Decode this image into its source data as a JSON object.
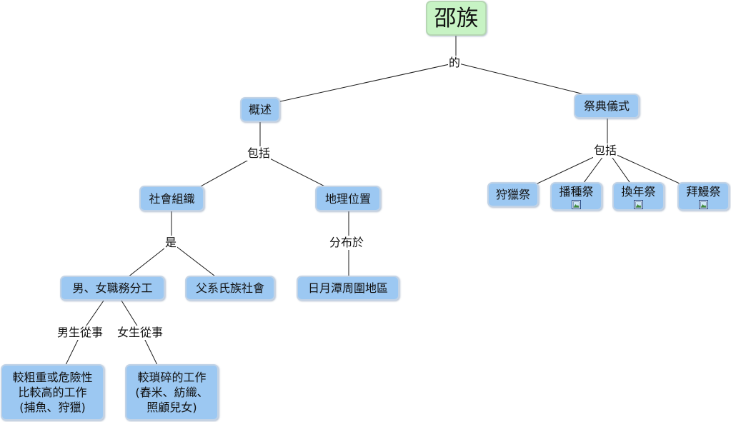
{
  "root": {
    "label": "邵族"
  },
  "nodes": {
    "overview": "概述",
    "ceremony": "祭典儀式",
    "social": "社會組織",
    "geo": "地理位置",
    "labor": "男、女職務分工",
    "patri": "父系氏族社會",
    "region": "日月潭周圍地區",
    "male_work": "較粗重或危險性\n比較高的工作\n(捕魚、狩獵)",
    "female_work": "較瑣碎的工作\n(舂米、紡織、\n照顧兒女)",
    "hunt": "狩獵祭",
    "sow": "播種祭",
    "newyear": "換年祭",
    "eel": "拜鰻祭"
  },
  "links": {
    "de": "的",
    "include1": "包括",
    "include2": "包括",
    "is": "是",
    "distributed": "分布於",
    "male": "男生從事",
    "female": "女生從事"
  },
  "icons": {
    "image_attachment": "image-attachment-icon"
  },
  "colors": {
    "concept": "#9cc8f2",
    "root": "#c7f3c4",
    "line": "#1a1a1a"
  }
}
